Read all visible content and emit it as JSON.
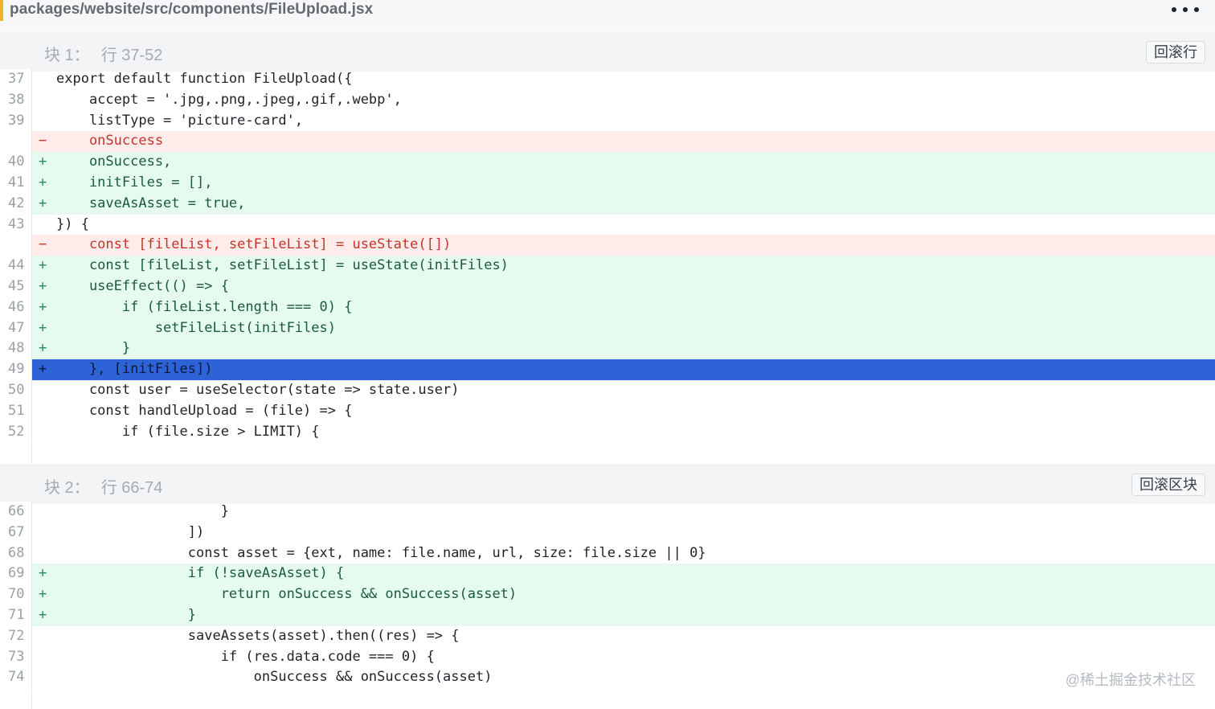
{
  "file": {
    "path": "packages/website/src/components/FileUpload.jsx",
    "more_icon": "more-horizontal-icon"
  },
  "hunks": [
    {
      "label": "块 1：",
      "range": "行 37-52",
      "action": "回滚行",
      "lines": [
        {
          "num": "37",
          "type": "ctx",
          "mark": "",
          "code": "export default function FileUpload({"
        },
        {
          "num": "38",
          "type": "ctx",
          "mark": "",
          "code": "    accept = '.jpg,.png,.jpeg,.gif,.webp',"
        },
        {
          "num": "39",
          "type": "ctx",
          "mark": "",
          "code": "    listType = 'picture-card',"
        },
        {
          "num": "",
          "type": "del",
          "mark": "−",
          "code": "    onSuccess"
        },
        {
          "num": "40",
          "type": "add",
          "mark": "+",
          "code": "    onSuccess,"
        },
        {
          "num": "41",
          "type": "add",
          "mark": "+",
          "code": "    initFiles = [],"
        },
        {
          "num": "42",
          "type": "add",
          "mark": "+",
          "code": "    saveAsAsset = true,"
        },
        {
          "num": "43",
          "type": "ctx",
          "mark": "",
          "code": "}) {"
        },
        {
          "num": "",
          "type": "del",
          "mark": "−",
          "code": "    const [fileList, setFileList] = useState([])"
        },
        {
          "num": "44",
          "type": "add",
          "mark": "+",
          "code": "    const [fileList, setFileList] = useState(initFiles)"
        },
        {
          "num": "45",
          "type": "add",
          "mark": "+",
          "code": "    useEffect(() => {"
        },
        {
          "num": "46",
          "type": "add",
          "mark": "+",
          "code": "        if (fileList.length === 0) {"
        },
        {
          "num": "47",
          "type": "add",
          "mark": "+",
          "code": "            setFileList(initFiles)"
        },
        {
          "num": "48",
          "type": "add",
          "mark": "+",
          "code": "        }"
        },
        {
          "num": "49",
          "type": "sel",
          "mark": "+",
          "code": "    }, [initFiles])"
        },
        {
          "num": "50",
          "type": "ctx",
          "mark": "",
          "code": "    const user = useSelector(state => state.user)"
        },
        {
          "num": "51",
          "type": "ctx",
          "mark": "",
          "code": "    const handleUpload = (file) => {"
        },
        {
          "num": "52",
          "type": "ctx",
          "mark": "",
          "code": "        if (file.size > LIMIT) {"
        }
      ]
    },
    {
      "label": "块 2：",
      "range": "行 66-74",
      "action": "回滚区块",
      "lines": [
        {
          "num": "66",
          "type": "ctx",
          "mark": "",
          "code": "                    }"
        },
        {
          "num": "67",
          "type": "ctx",
          "mark": "",
          "code": "                ])"
        },
        {
          "num": "68",
          "type": "ctx",
          "mark": "",
          "code": "                const asset = {ext, name: file.name, url, size: file.size || 0}"
        },
        {
          "num": "69",
          "type": "add",
          "mark": "+",
          "code": "                if (!saveAsAsset) {"
        },
        {
          "num": "70",
          "type": "add",
          "mark": "+",
          "code": "                    return onSuccess && onSuccess(asset)"
        },
        {
          "num": "71",
          "type": "add",
          "mark": "+",
          "code": "                }"
        },
        {
          "num": "72",
          "type": "ctx",
          "mark": "",
          "code": "                saveAssets(asset).then((res) => {"
        },
        {
          "num": "73",
          "type": "ctx",
          "mark": "",
          "code": "                    if (res.data.code === 0) {"
        },
        {
          "num": "74",
          "type": "ctx",
          "mark": "",
          "code": "                        onSuccess && onSuccess(asset)"
        }
      ]
    }
  ],
  "watermark": "@稀土掘金技术社区",
  "colors": {
    "added_bg": "#e6fbef",
    "removed_bg": "#fdecea",
    "selected_bg": "#2d63d7",
    "accent": "#f0b429"
  }
}
